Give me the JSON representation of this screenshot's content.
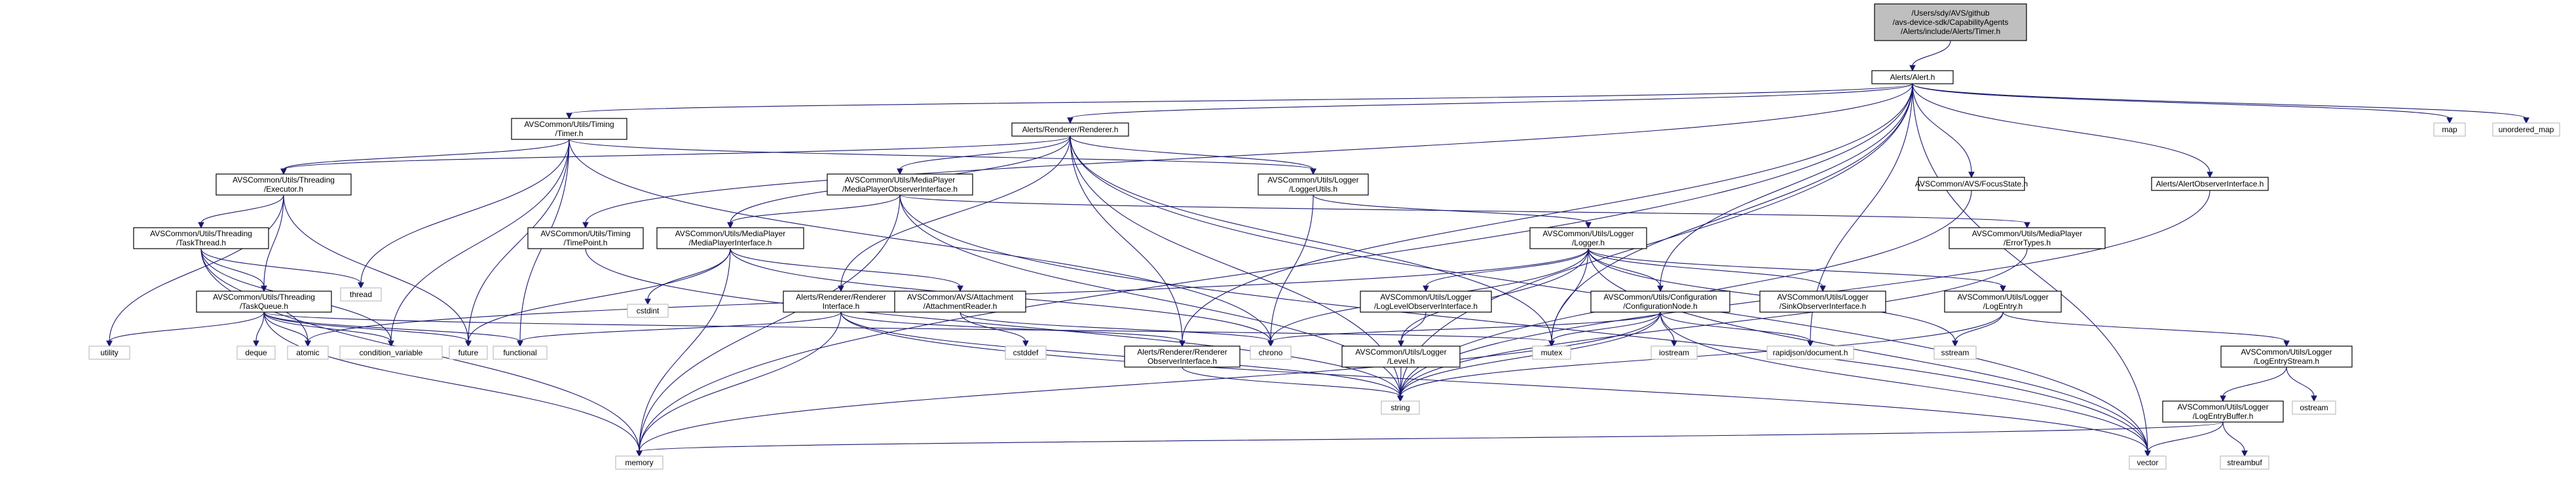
{
  "nodes": [
    {
      "id": "timer",
      "lines": [
        "/Users/sdy/AVS/github",
        "/avs-device-sdk/CapabilityAgents",
        "/Alerts/include/Alerts/Timer.h"
      ],
      "root": true
    },
    {
      "id": "alert",
      "lines": [
        "Alerts/Alert.h"
      ]
    },
    {
      "id": "acu_timer",
      "lines": [
        "AVSCommon/Utils/Timing",
        "/Timer.h"
      ]
    },
    {
      "id": "renderer",
      "lines": [
        "Alerts/Renderer/Renderer.h"
      ]
    },
    {
      "id": "map",
      "lines": [
        "map"
      ],
      "ext": true
    },
    {
      "id": "umap",
      "lines": [
        "unordered_map"
      ],
      "ext": true
    },
    {
      "id": "executor",
      "lines": [
        "AVSCommon/Utils/Threading",
        "/Executor.h"
      ]
    },
    {
      "id": "mpobs",
      "lines": [
        "AVSCommon/Utils/MediaPlayer",
        "/MediaPlayerObserverInterface.h"
      ]
    },
    {
      "id": "logutils",
      "lines": [
        "AVSCommon/Utils/Logger",
        "/LoggerUtils.h"
      ]
    },
    {
      "id": "focus",
      "lines": [
        "AVSCommon/AVS/FocusState.h"
      ]
    },
    {
      "id": "alertobs",
      "lines": [
        "Alerts/AlertObserverInterface.h"
      ]
    },
    {
      "id": "tasksthread",
      "lines": [
        "AVSCommon/Utils/Threading",
        "/TaskThread.h"
      ]
    },
    {
      "id": "timepoint",
      "lines": [
        "AVSCommon/Utils/Timing",
        "/TimePoint.h"
      ]
    },
    {
      "id": "mpi",
      "lines": [
        "AVSCommon/Utils/MediaPlayer",
        "/MediaPlayerInterface.h"
      ]
    },
    {
      "id": "logger",
      "lines": [
        "AVSCommon/Utils/Logger",
        "/Logger.h"
      ]
    },
    {
      "id": "errtypes",
      "lines": [
        "AVSCommon/Utils/MediaPlayer",
        "/ErrorTypes.h"
      ]
    },
    {
      "id": "thread",
      "lines": [
        "thread"
      ],
      "ext": true
    },
    {
      "id": "taskqueue",
      "lines": [
        "AVSCommon/Utils/Threading",
        "/TaskQueue.h"
      ]
    },
    {
      "id": "rri",
      "lines": [
        "Alerts/Renderer/Renderer",
        "Interface.h"
      ]
    },
    {
      "id": "attreader",
      "lines": [
        "AVSCommon/AVS/Attachment",
        "/AttachmentReader.h"
      ]
    },
    {
      "id": "loglevobs",
      "lines": [
        "AVSCommon/Utils/Logger",
        "/LogLevelObserverInterface.h"
      ]
    },
    {
      "id": "confnode",
      "lines": [
        "AVSCommon/Utils/Configuration",
        "/ConfigurationNode.h"
      ]
    },
    {
      "id": "sinkobs",
      "lines": [
        "AVSCommon/Utils/Logger",
        "/SinkObserverInterface.h"
      ]
    },
    {
      "id": "logentry",
      "lines": [
        "AVSCommon/Utils/Logger",
        "/LogEntry.h"
      ]
    },
    {
      "id": "cstdint",
      "lines": [
        "cstdint"
      ],
      "ext": true
    },
    {
      "id": "utility",
      "lines": [
        "utility"
      ],
      "ext": true
    },
    {
      "id": "deque",
      "lines": [
        "deque"
      ],
      "ext": true
    },
    {
      "id": "atomic",
      "lines": [
        "atomic"
      ],
      "ext": true
    },
    {
      "id": "condvar",
      "lines": [
        "condition_variable"
      ],
      "ext": true
    },
    {
      "id": "future",
      "lines": [
        "future"
      ],
      "ext": true
    },
    {
      "id": "functional",
      "lines": [
        "functional"
      ],
      "ext": true
    },
    {
      "id": "rrobs",
      "lines": [
        "Alerts/Renderer/Renderer",
        "ObserverInterface.h"
      ]
    },
    {
      "id": "cstddef",
      "lines": [
        "cstddef"
      ],
      "ext": true
    },
    {
      "id": "chrono",
      "lines": [
        "chrono"
      ],
      "ext": true
    },
    {
      "id": "mutex",
      "lines": [
        "mutex"
      ],
      "ext": true
    },
    {
      "id": "level",
      "lines": [
        "AVSCommon/Utils/Logger",
        "/Level.h"
      ]
    },
    {
      "id": "iostream",
      "lines": [
        "iostream"
      ],
      "ext": true
    },
    {
      "id": "rapidjson",
      "lines": [
        "rapidjson/document.h"
      ],
      "ext": true
    },
    {
      "id": "sstream",
      "lines": [
        "sstream"
      ],
      "ext": true
    },
    {
      "id": "logstream",
      "lines": [
        "AVSCommon/Utils/Logger",
        "/LogEntryStream.h"
      ]
    },
    {
      "id": "ostream",
      "lines": [
        "ostream"
      ],
      "ext": true
    },
    {
      "id": "string",
      "lines": [
        "string"
      ],
      "ext": true
    },
    {
      "id": "logbuffer",
      "lines": [
        "AVSCommon/Utils/Logger",
        "/LogEntryBuffer.h"
      ]
    },
    {
      "id": "memory",
      "lines": [
        "memory"
      ],
      "ext": true
    },
    {
      "id": "vector",
      "lines": [
        "vector"
      ],
      "ext": true
    },
    {
      "id": "streambuf",
      "lines": [
        "streambuf"
      ],
      "ext": true
    }
  ],
  "edges": [
    [
      "timer",
      "alert"
    ],
    [
      "alert",
      "acu_timer"
    ],
    [
      "alert",
      "renderer"
    ],
    [
      "alert",
      "map"
    ],
    [
      "alert",
      "umap"
    ],
    [
      "alert",
      "focus"
    ],
    [
      "alert",
      "alertobs"
    ],
    [
      "alert",
      "memory"
    ],
    [
      "alert",
      "string"
    ],
    [
      "alert",
      "vector"
    ],
    [
      "alert",
      "mutex"
    ],
    [
      "alert",
      "rapidjson"
    ],
    [
      "alert",
      "rrobs"
    ],
    [
      "alert",
      "timepoint"
    ],
    [
      "alert",
      "confnode"
    ],
    [
      "acu_timer",
      "executor"
    ],
    [
      "acu_timer",
      "thread"
    ],
    [
      "acu_timer",
      "future"
    ],
    [
      "acu_timer",
      "functional"
    ],
    [
      "acu_timer",
      "condvar"
    ],
    [
      "acu_timer",
      "chrono"
    ],
    [
      "acu_timer",
      "logutils"
    ],
    [
      "renderer",
      "mpobs"
    ],
    [
      "renderer",
      "mpi"
    ],
    [
      "renderer",
      "rri"
    ],
    [
      "renderer",
      "rrobs"
    ],
    [
      "renderer",
      "logutils"
    ],
    [
      "renderer",
      "executor"
    ],
    [
      "renderer",
      "string"
    ],
    [
      "renderer",
      "mutex"
    ],
    [
      "renderer",
      "vector"
    ],
    [
      "executor",
      "tasksthread"
    ],
    [
      "executor",
      "taskqueue"
    ],
    [
      "executor",
      "utility"
    ],
    [
      "executor",
      "future"
    ],
    [
      "mpobs",
      "errtypes"
    ],
    [
      "mpobs",
      "string"
    ],
    [
      "mpobs",
      "mpi"
    ],
    [
      "mpobs",
      "memory"
    ],
    [
      "mpobs",
      "vector"
    ],
    [
      "logutils",
      "logger"
    ],
    [
      "logutils",
      "chrono"
    ],
    [
      "focus",
      "string"
    ],
    [
      "alertobs",
      "string"
    ],
    [
      "tasksthread",
      "taskqueue"
    ],
    [
      "tasksthread",
      "thread"
    ],
    [
      "tasksthread",
      "atomic"
    ],
    [
      "tasksthread",
      "memory"
    ],
    [
      "tasksthread",
      "condvar"
    ],
    [
      "timepoint",
      "string"
    ],
    [
      "mpi",
      "cstdint"
    ],
    [
      "mpi",
      "attreader"
    ],
    [
      "mpi",
      "chrono"
    ],
    [
      "mpi",
      "future"
    ],
    [
      "mpi",
      "memory"
    ],
    [
      "logger",
      "loglevobs"
    ],
    [
      "logger",
      "sinkobs"
    ],
    [
      "logger",
      "logentry"
    ],
    [
      "logger",
      "confnode"
    ],
    [
      "logger",
      "level"
    ],
    [
      "logger",
      "mutex"
    ],
    [
      "logger",
      "chrono"
    ],
    [
      "logger",
      "atomic"
    ],
    [
      "logger",
      "sstream"
    ],
    [
      "logger",
      "vector"
    ],
    [
      "errtypes",
      "string"
    ],
    [
      "taskqueue",
      "utility"
    ],
    [
      "taskqueue",
      "deque"
    ],
    [
      "taskqueue",
      "atomic"
    ],
    [
      "taskqueue",
      "condvar"
    ],
    [
      "taskqueue",
      "future"
    ],
    [
      "taskqueue",
      "functional"
    ],
    [
      "taskqueue",
      "memory"
    ],
    [
      "taskqueue",
      "mutex"
    ],
    [
      "rri",
      "rrobs"
    ],
    [
      "rri",
      "functional"
    ],
    [
      "rri",
      "memory"
    ],
    [
      "rri",
      "string"
    ],
    [
      "rri",
      "vector"
    ],
    [
      "attreader",
      "cstddef"
    ],
    [
      "attreader",
      "chrono"
    ],
    [
      "loglevobs",
      "level"
    ],
    [
      "confnode",
      "chrono"
    ],
    [
      "confnode",
      "mutex"
    ],
    [
      "confnode",
      "iostream"
    ],
    [
      "confnode",
      "rapidjson"
    ],
    [
      "confnode",
      "string"
    ],
    [
      "confnode",
      "vector"
    ],
    [
      "confnode",
      "memory"
    ],
    [
      "logentry",
      "logstream"
    ],
    [
      "logentry",
      "sstream"
    ],
    [
      "logentry",
      "string"
    ],
    [
      "rrobs",
      "string"
    ],
    [
      "level",
      "string"
    ],
    [
      "logstream",
      "logbuffer"
    ],
    [
      "logstream",
      "ostream"
    ],
    [
      "logbuffer",
      "memory"
    ],
    [
      "logbuffer",
      "streambuf"
    ],
    [
      "logbuffer",
      "vector"
    ]
  ]
}
